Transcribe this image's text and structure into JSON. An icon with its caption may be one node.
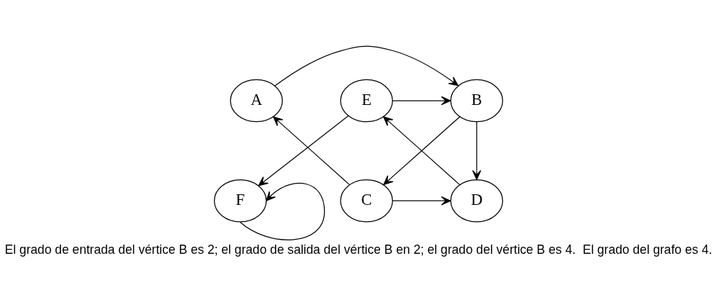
{
  "diagram": {
    "caption": "El grado de entrada del vértice B es 2; el grado de salida del vértice B en 2; el grado del vértice B es 4.  El grado del grafo es 4.",
    "nodes": [
      {
        "text": [
          "A"
        ]
      },
      {
        "text": [
          "B"
        ]
      },
      {
        "text": [
          "E"
        ]
      },
      {
        "text": [
          "C"
        ]
      },
      {
        "text": [
          "D"
        ]
      },
      {
        "text": [
          "F"
        ]
      }
    ],
    "edges": [
      {
        "from": 0,
        "to": 1,
        "arrow": "to"
      },
      {
        "from": 2,
        "to": 1,
        "arrow": "to"
      },
      {
        "from": 1,
        "to": 4,
        "arrow": "to"
      },
      {
        "from": 1,
        "to": 3,
        "arrow": "to"
      },
      {
        "from": 3,
        "to": 0,
        "arrow": "to"
      },
      {
        "from": 3,
        "to": 4,
        "arrow": "to"
      },
      {
        "from": 4,
        "to": 2,
        "arrow": "to"
      },
      {
        "from": 2,
        "to": 5,
        "arrow": "to"
      },
      {
        "from": 5,
        "to": 5,
        "arrow": "to"
      }
    ]
  }
}
